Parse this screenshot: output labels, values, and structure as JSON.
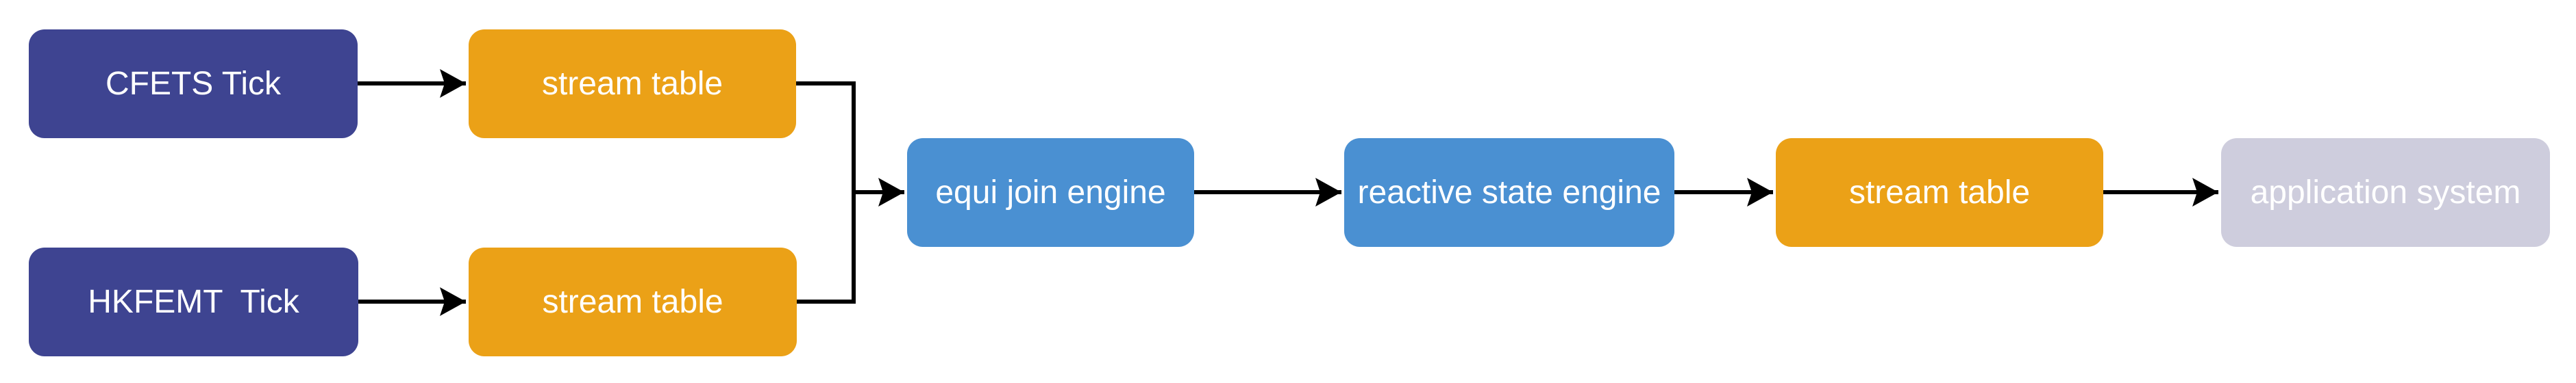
{
  "diagram": {
    "kind": "flow-diagram",
    "background": "#FFFFFF",
    "arrow_color": "#000000",
    "nodes": [
      {
        "id": "cfets-tick",
        "label": "CFETS Tick",
        "color": "#3E4491",
        "text_color": "#FFFFFF"
      },
      {
        "id": "stream-table-1",
        "label": "stream table",
        "color": "#EBA117",
        "text_color": "#FFFFFF"
      },
      {
        "id": "hkfemt-tick",
        "label": "HKFEMT  Tick",
        "color": "#3E4491",
        "text_color": "#FFFFFF"
      },
      {
        "id": "stream-table-2",
        "label": "stream table",
        "color": "#EBA117",
        "text_color": "#FFFFFF"
      },
      {
        "id": "equi-join-engine",
        "label": "equi join engine",
        "color": "#4A90D2",
        "text_color": "#FFFFFF"
      },
      {
        "id": "reactive-state-engine",
        "label": "reactive state engine",
        "color": "#4A90D2",
        "text_color": "#FFFFFF"
      },
      {
        "id": "stream-table-3",
        "label": "stream table",
        "color": "#EBA117",
        "text_color": "#FFFFFF"
      },
      {
        "id": "application-system",
        "label": "application system",
        "color": "#CECDDD",
        "text_color": "#FFFFFF"
      }
    ],
    "edges": [
      {
        "from": "cfets-tick",
        "to": "stream-table-1",
        "style": "straight-arrow"
      },
      {
        "from": "hkfemt-tick",
        "to": "stream-table-2",
        "style": "straight-arrow"
      },
      {
        "from": "stream-table-1",
        "to": "equi-join-engine",
        "style": "elbow-merge-arrow"
      },
      {
        "from": "stream-table-2",
        "to": "equi-join-engine",
        "style": "elbow-merge-arrow"
      },
      {
        "from": "equi-join-engine",
        "to": "reactive-state-engine",
        "style": "straight-arrow"
      },
      {
        "from": "reactive-state-engine",
        "to": "stream-table-3",
        "style": "straight-arrow"
      },
      {
        "from": "stream-table-3",
        "to": "application-system",
        "style": "straight-arrow"
      }
    ]
  }
}
